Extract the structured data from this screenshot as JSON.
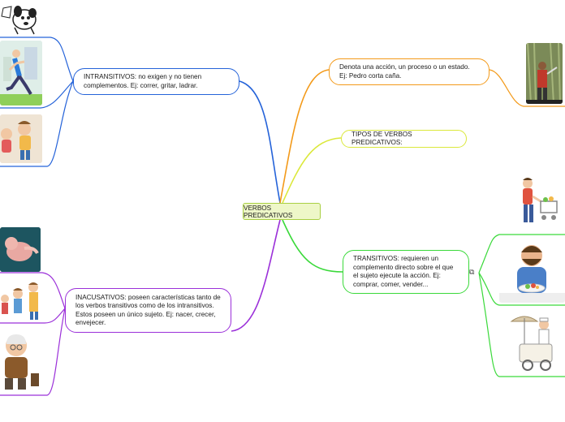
{
  "central": {
    "label": "VERBOS PREDICATIVOS"
  },
  "branches": {
    "intransitivos": {
      "text": "INTRANSITIVOS: no exigen  y no tienen complementos. Ej: correr, gritar, ladrar.",
      "color": "#2563d9"
    },
    "inacusativos": {
      "text": "INACUSATIVOS: poseen características tanto de los verbos transitivos como de los intransitivos. Estos poseen un único sujeto. Ej: nacer, crecer, envejecer.",
      "color": "#9b30d9"
    },
    "accion": {
      "text": "Denota una acción, un proceso o un estado. Ej: Pedro corta caña.",
      "color": "#f39a1a"
    },
    "tipos": {
      "text": "TIPOS DE VERBOS PREDICATIVOS:",
      "color": "#dbe83a"
    },
    "transitivos": {
      "text": "TRANSITIVOS: requieren un complemento directo sobre el que el sujeto ejecute la acción. Ej: comprar, comer, vender...",
      "color": "#3ad93a"
    }
  },
  "icons": {
    "external_link": "external-link-icon"
  }
}
